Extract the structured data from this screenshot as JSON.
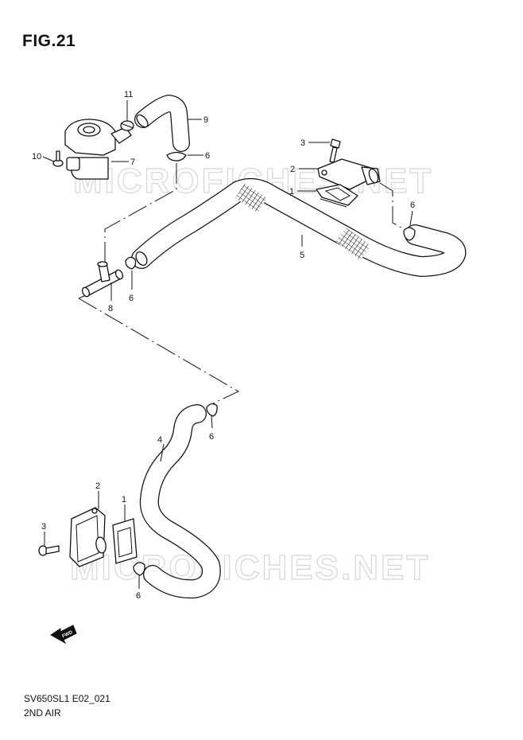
{
  "figure": {
    "title": "FIG.21"
  },
  "watermark": {
    "text": "MICROFICHES.NET"
  },
  "callouts": {
    "c1_top": "1",
    "c2_top": "2",
    "c3_top": "3",
    "c5": "5",
    "c6_right": "6",
    "c6_top": "6",
    "c7": "7",
    "c8": "8",
    "c6_mid": "6",
    "c9": "9",
    "c10": "10",
    "c11": "11",
    "c4": "4",
    "c6_lower": "6",
    "c2_bottom": "2",
    "c1_bottom": "1",
    "c3_bottom": "3",
    "c6_bottom": "6"
  },
  "fwd_badge": {
    "text": "FWD"
  },
  "footer": {
    "code": "SV650SL1 E02_021",
    "title": "2ND AIR"
  }
}
